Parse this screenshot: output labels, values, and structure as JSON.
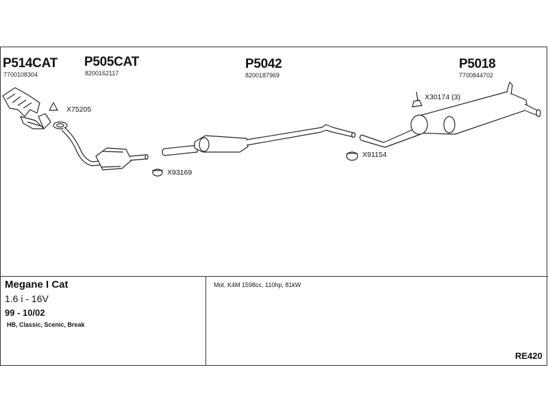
{
  "parts": [
    {
      "name": "P514CAT",
      "number": "7700108304"
    },
    {
      "name": "P505CAT",
      "number": "8200162117"
    },
    {
      "name": "P5042",
      "number": "8200187969"
    },
    {
      "name": "P5018",
      "number": "7700844702"
    }
  ],
  "components": [
    {
      "code": "X75205"
    },
    {
      "code": "X93169"
    },
    {
      "code": "X91154"
    },
    {
      "code": "X30174 (3)"
    }
  ],
  "vehicle": {
    "model": "Megane I Cat",
    "engine": "1.6 i - 16V",
    "years": "99 - 10/02",
    "variants": "HB, Classic, Scenic, Break"
  },
  "motor_spec": "Mot. K4M 1598cc, 110hp, 81kW",
  "diagram_code": "RE420"
}
